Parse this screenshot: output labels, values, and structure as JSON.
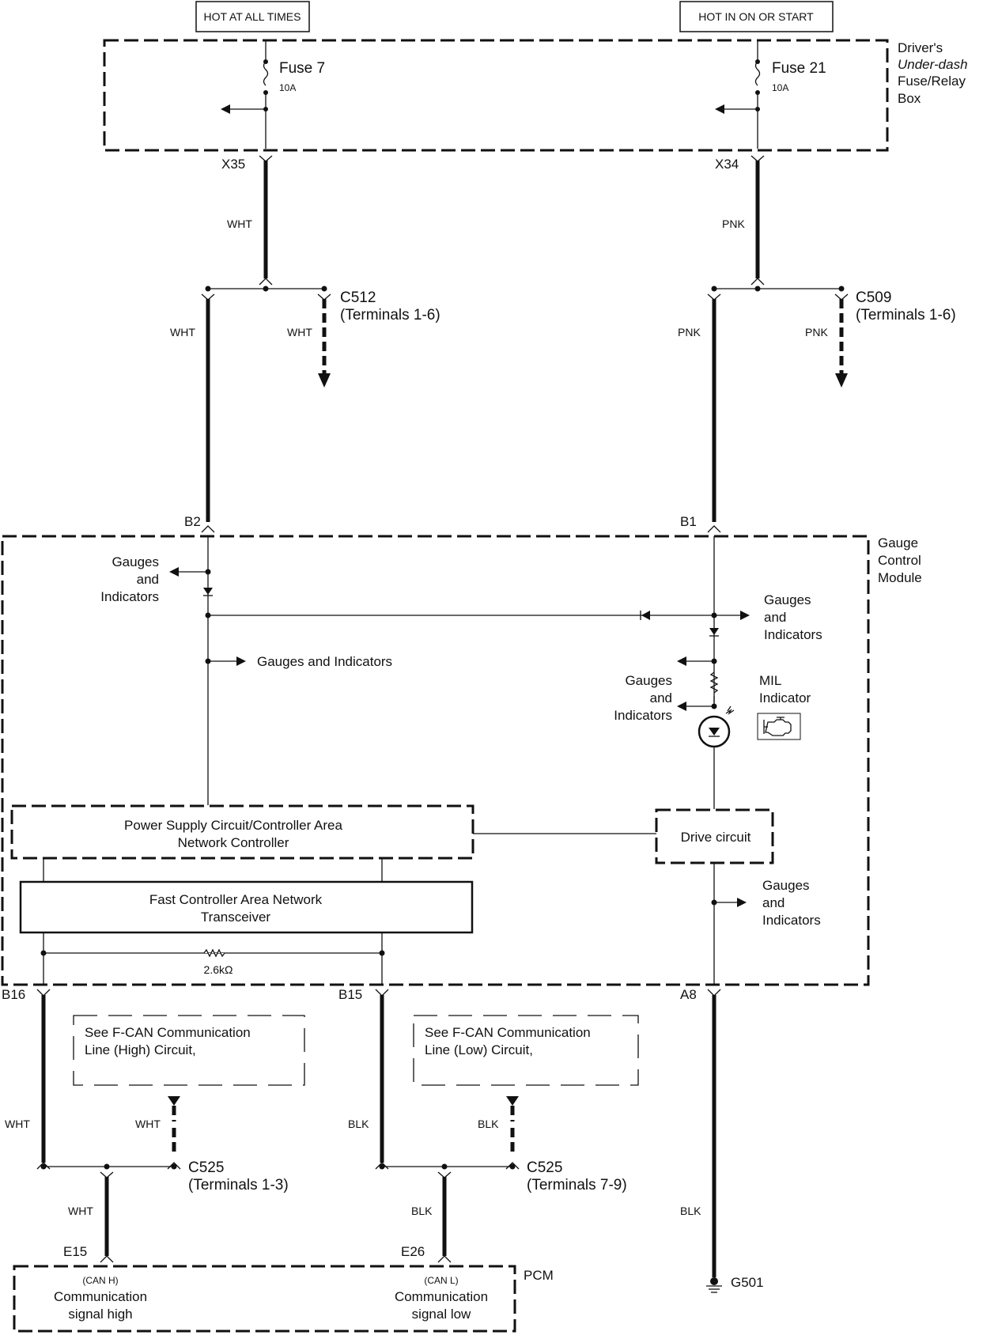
{
  "diagram": {
    "power_sources": {
      "left": "HOT AT ALL TIMES",
      "right": "HOT IN ON OR START"
    },
    "fuse_box": {
      "label_lines": [
        "Driver's",
        "Under-dash",
        "Fuse/Relay",
        "Box"
      ],
      "fuses": [
        {
          "name": "Fuse 7",
          "rating": "10A",
          "terminal": "X35"
        },
        {
          "name": "Fuse 21",
          "rating": "10A",
          "terminal": "X34"
        }
      ]
    },
    "wires": {
      "x35": "WHT",
      "x34": "PNK",
      "c512_left": "WHT",
      "c512_right": "WHT",
      "c509_left": "PNK",
      "c509_right": "PNK",
      "b16": "WHT",
      "c525_high_right": "WHT",
      "b15": "BLK",
      "c525_low_right": "BLK",
      "e15": "WHT",
      "e26": "BLK",
      "a8": "BLK"
    },
    "connectors": {
      "c512": {
        "name": "C512",
        "terminals": "(Terminals 1-6)"
      },
      "c509": {
        "name": "C509",
        "terminals": "(Terminals 1-6)"
      },
      "c525_high": {
        "name": "C525",
        "terminals": "(Terminals  1-3)"
      },
      "c525_low": {
        "name": "C525",
        "terminals": "(Terminals  7-9)"
      }
    },
    "gauge_module": {
      "label_lines": [
        "Gauge",
        "Control",
        "Module"
      ],
      "pins": {
        "b2": "B2",
        "b1": "B1",
        "b16": "B16",
        "b15": "B15",
        "a8": "A8"
      },
      "gauges_label_lines": [
        "Gauges",
        "and",
        "Indicators"
      ],
      "gauges_inline": "Gauges and Indicators",
      "mil_label_lines": [
        "MIL",
        "Indicator"
      ],
      "power_supply_lines": [
        "Power Supply Circuit/Controller Area",
        "Network Controller"
      ],
      "transceiver_lines": [
        "Fast Controller Area Network",
        "Transceiver"
      ],
      "drive_circuit": "Drive circuit",
      "resistor": "2.6kΩ"
    },
    "see_notes": {
      "high_lines": [
        "See F-CAN Communication",
        "Line (High) Circuit,"
      ],
      "low_lines": [
        "See F-CAN Communication",
        "Line (Low) Circuit,"
      ]
    },
    "pcm": {
      "label": "PCM",
      "pins": {
        "e15": "E15",
        "e26": "E26"
      },
      "high": {
        "tag": "(CAN H)",
        "lines": [
          "Communication",
          "signal high"
        ]
      },
      "low": {
        "tag": "(CAN L)",
        "lines": [
          "Communication",
          "signal low"
        ]
      }
    },
    "ground": {
      "name": "G501"
    }
  }
}
